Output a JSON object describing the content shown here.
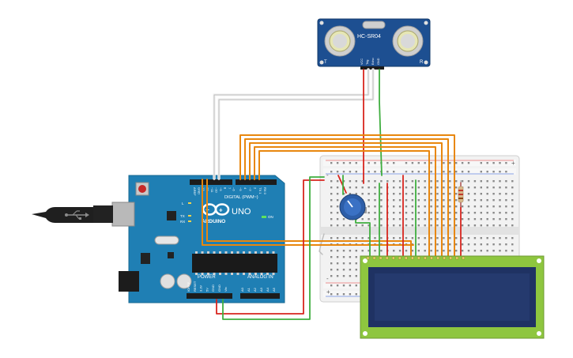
{
  "sensor": {
    "model": "HC-SR04",
    "side_left": "T",
    "side_right": "R",
    "pins": [
      "VCC",
      "Trig",
      "Echo",
      "GND"
    ]
  },
  "arduino": {
    "brand": "ARDUINO",
    "model": "UNO",
    "digital_header_label": "DIGITAL (PWM~)",
    "power_label": "POWER",
    "analog_label": "ANALOG IN",
    "on_label": "ON",
    "tx_label": "TX",
    "rx_label": "RX",
    "l_label": "L",
    "digital_pins": [
      "AREF",
      "GND",
      "13",
      "12",
      "~11",
      "~10",
      "~9",
      "8",
      "7",
      "~6",
      "~5",
      "4",
      "~3",
      "2",
      "TX 1",
      "RX 0"
    ],
    "power_pins": [
      "IOREF",
      "RESET",
      "3.3V",
      "5V",
      "GND",
      "GND",
      "Vin"
    ],
    "analog_pins": [
      "A0",
      "A1",
      "A2",
      "A3",
      "A4",
      "A5"
    ]
  },
  "breadboard": {
    "rail_plus": "+",
    "rail_minus": "-"
  },
  "lcd": {
    "type": "16x2 LCD"
  },
  "colors": {
    "wire_orange": "#e8870e",
    "wire_red": "#d8251e",
    "wire_green": "#3fae3f",
    "wire_white": "#ffffff",
    "wire_gray": "#bdbdbd",
    "arduino_board": "#1f7fb4",
    "sensor_board": "#1d4f91",
    "lcd_board": "#8ec63f",
    "lcd_screen": "#253a6e",
    "potentiometer": "#2d5ea8",
    "breadboard": "#eeeeee"
  }
}
